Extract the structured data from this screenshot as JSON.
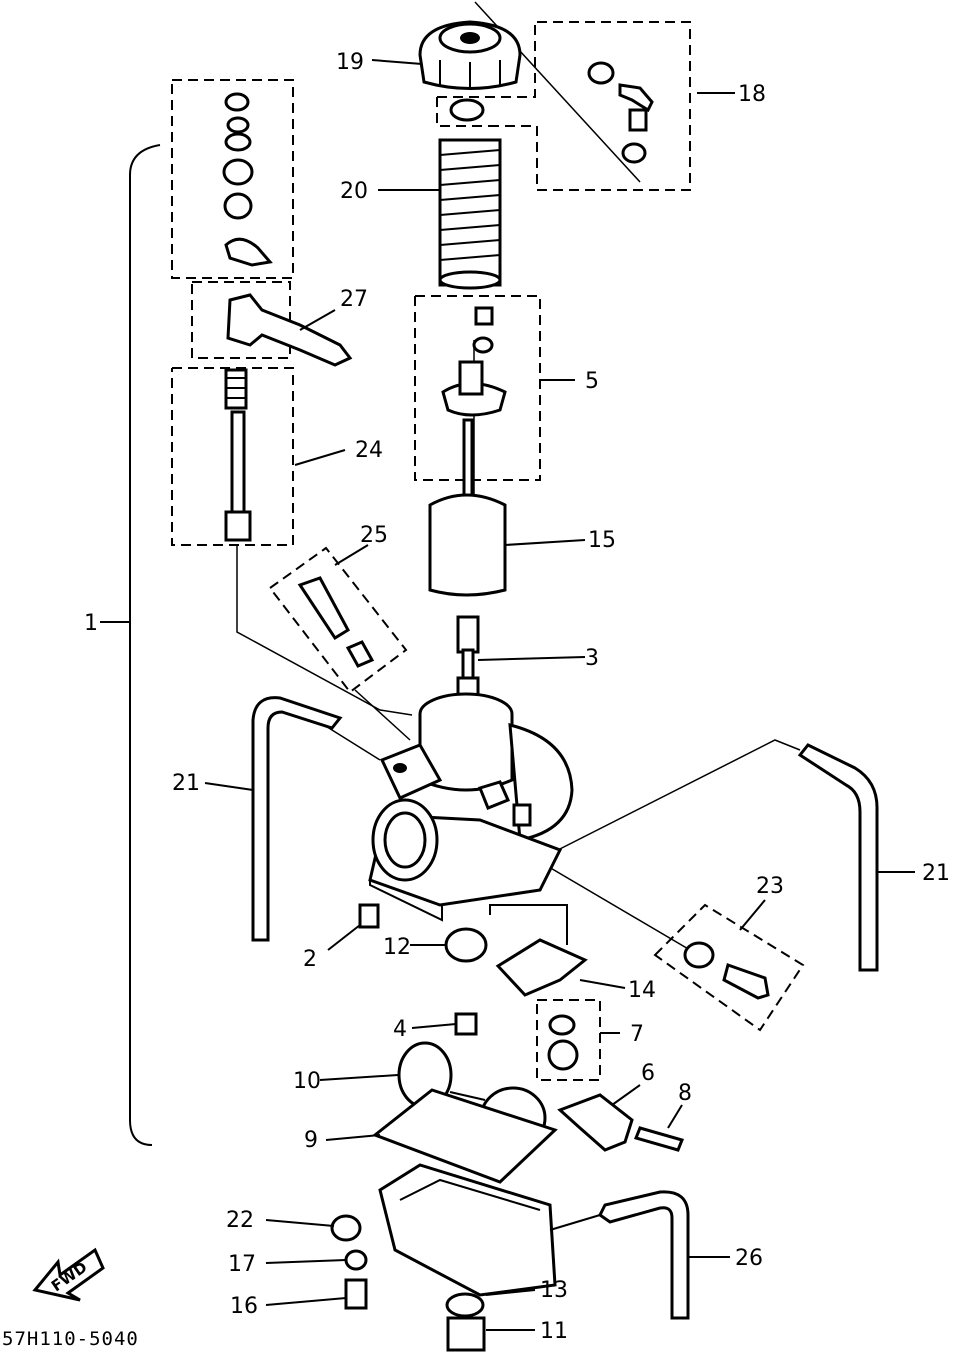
{
  "diagram": {
    "code": "57H110-5040",
    "fwd_label": "FWD",
    "callouts": [
      {
        "id": "19",
        "label": "19"
      },
      {
        "id": "18",
        "label": "18"
      },
      {
        "id": "20",
        "label": "20"
      },
      {
        "id": "27",
        "label": "27"
      },
      {
        "id": "5",
        "label": "5"
      },
      {
        "id": "24",
        "label": "24"
      },
      {
        "id": "25",
        "label": "25"
      },
      {
        "id": "15",
        "label": "15"
      },
      {
        "id": "1",
        "label": "1"
      },
      {
        "id": "3",
        "label": "3"
      },
      {
        "id": "21a",
        "label": "21"
      },
      {
        "id": "21b",
        "label": "21"
      },
      {
        "id": "23",
        "label": "23"
      },
      {
        "id": "2",
        "label": "2"
      },
      {
        "id": "12",
        "label": "12"
      },
      {
        "id": "14",
        "label": "14"
      },
      {
        "id": "4",
        "label": "4"
      },
      {
        "id": "7",
        "label": "7"
      },
      {
        "id": "10",
        "label": "10"
      },
      {
        "id": "6",
        "label": "6"
      },
      {
        "id": "8",
        "label": "8"
      },
      {
        "id": "9",
        "label": "9"
      },
      {
        "id": "22",
        "label": "22"
      },
      {
        "id": "26",
        "label": "26"
      },
      {
        "id": "17",
        "label": "17"
      },
      {
        "id": "13",
        "label": "13"
      },
      {
        "id": "16",
        "label": "16"
      },
      {
        "id": "11",
        "label": "11"
      }
    ]
  }
}
